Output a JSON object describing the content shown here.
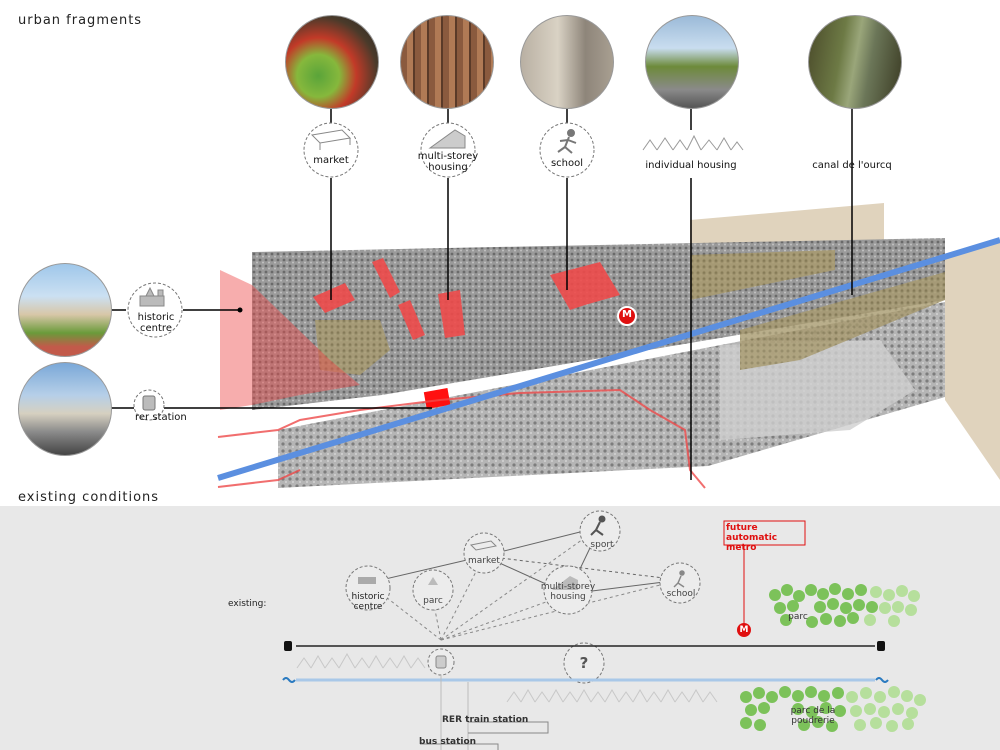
{
  "sections": {
    "urban_fragments": "urban fragments",
    "existing_conditions": "existing conditions"
  },
  "fragments": [
    {
      "label": "market",
      "photo": "market-stalls"
    },
    {
      "label": "multi-storey housing",
      "photo": "apartment-block"
    },
    {
      "label": "school",
      "photo": "school-street"
    },
    {
      "label": "individual housing",
      "photo": "street-with-cars"
    },
    {
      "label": "canal de l'ourcq",
      "photo": "canal-with-trees"
    }
  ],
  "left_fragments": [
    {
      "label": "historic centre",
      "photo": "town-square"
    },
    {
      "label": "rer station",
      "photo": "railway-platform"
    }
  ],
  "map": {
    "metro_marker": "M",
    "colors": {
      "highlight": "#ee4a4a",
      "canal": "#5b8fe0",
      "greenery": "#c9b48c"
    }
  },
  "schema": {
    "existing_label": "existing:",
    "nodes": {
      "historic_centre": "historic centre",
      "parc": "parc",
      "market": "market",
      "sport": "sport",
      "multi_storey_housing": "multi-storey housing",
      "school": "school",
      "unknown": "?"
    },
    "future_metro": "future automatic metro",
    "metro_marker": "M",
    "parc_right": "parc",
    "parc_poudrerie": "parc de la poudrerie",
    "rer_train_station": "RER train station",
    "bus_station": "bus station"
  }
}
